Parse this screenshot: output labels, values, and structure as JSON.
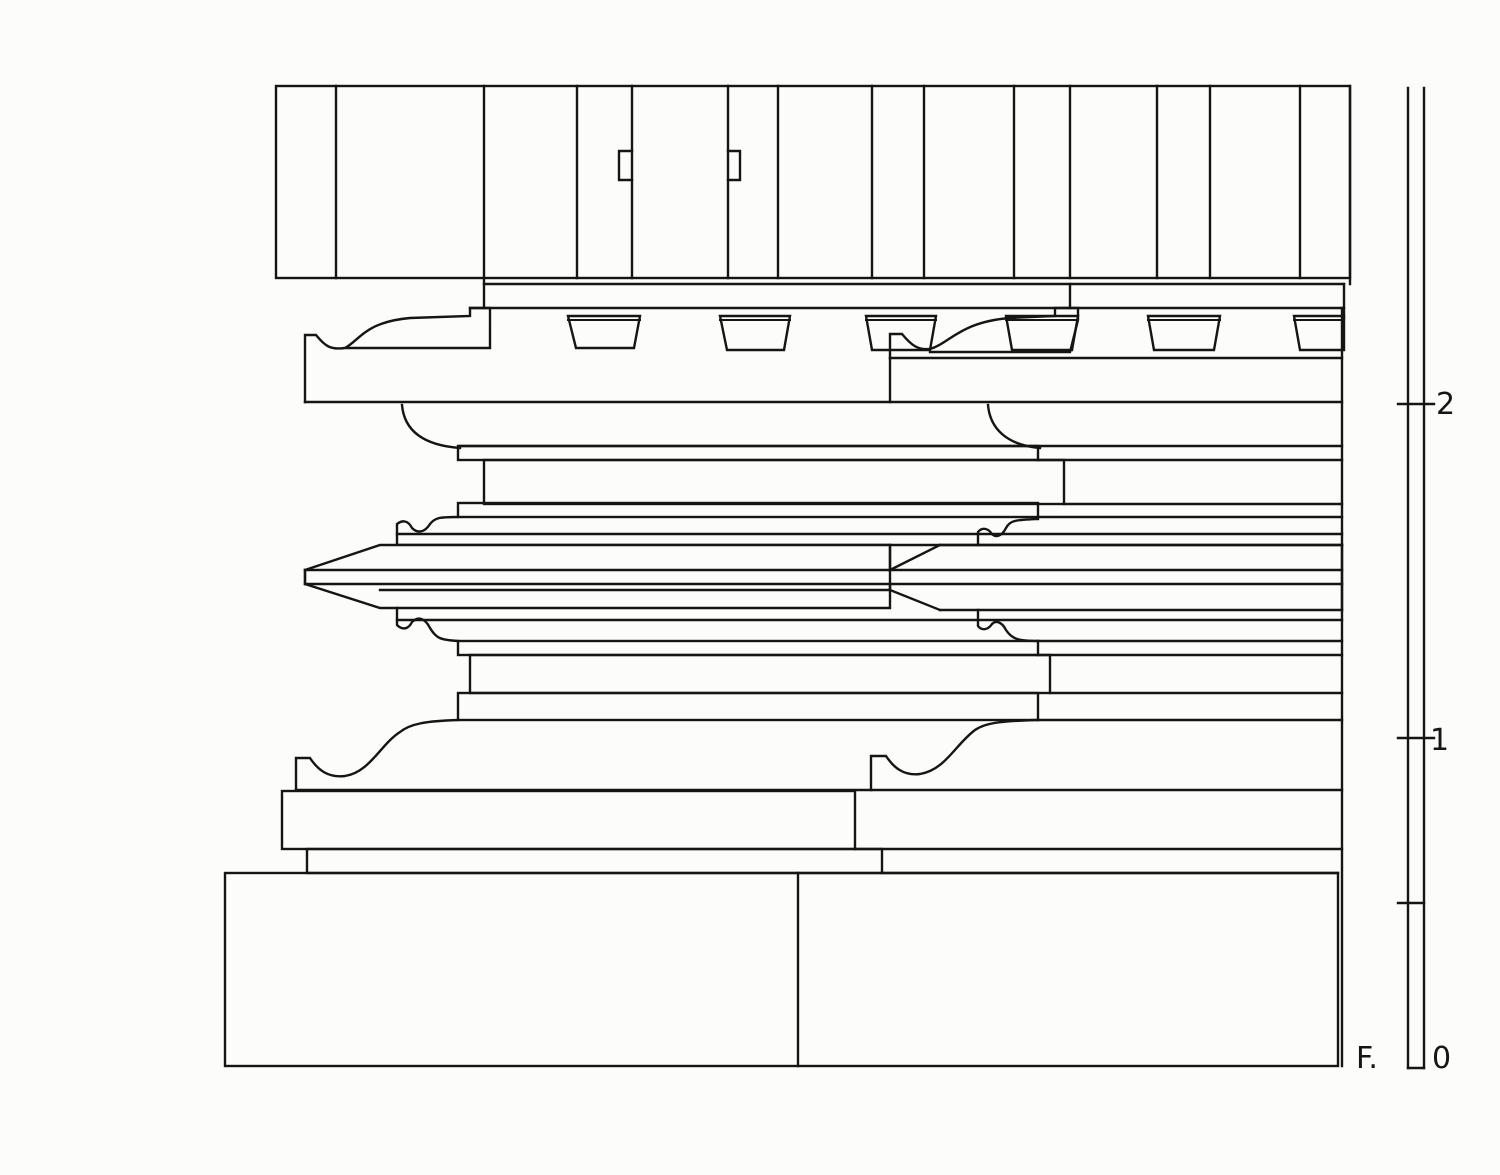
{
  "figure": {
    "label": "F.",
    "scale": {
      "tick_labels": [
        "0",
        "1",
        "2"
      ]
    }
  }
}
